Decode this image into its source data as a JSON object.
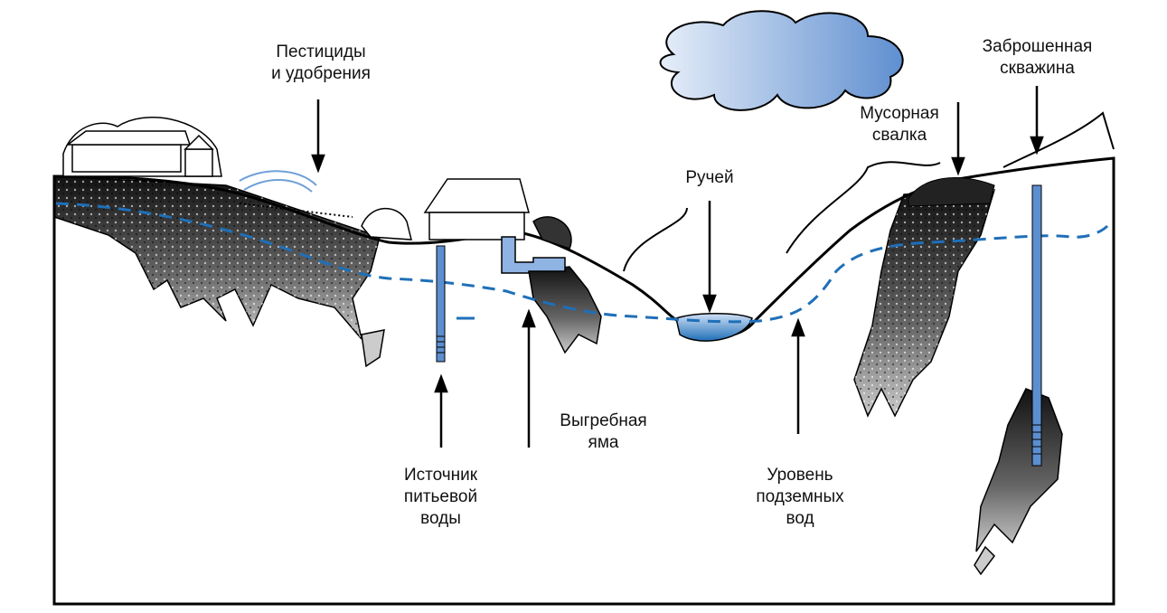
{
  "title": "Источники загрязнения подземных вод",
  "labels": {
    "pesticides": [
      "Пестициды",
      "и удобрения"
    ],
    "abandoned_well": [
      "Заброшенная",
      "скважина"
    ],
    "landfill": [
      "Мусорная",
      "свалка"
    ],
    "stream": [
      "Ручей"
    ],
    "cesspit": [
      "Выгребная",
      "яма"
    ],
    "drinking_source": [
      "Источник",
      "питьевой",
      "воды"
    ],
    "groundwater_level": [
      "Уровень",
      "подземных",
      "вод"
    ]
  },
  "colors": {
    "water": "#1f6fb8",
    "cloud": "#9dbbe3",
    "plume_dark": "#1a1a1a",
    "plume_light": "#b5b5b5",
    "outline": "#000000"
  }
}
